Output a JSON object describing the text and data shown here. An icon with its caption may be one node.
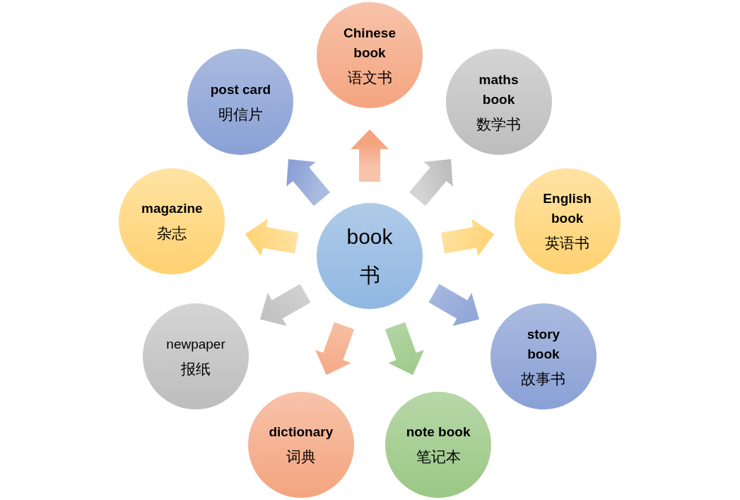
{
  "diagram": {
    "nodes": [
      {
        "text": [
          "book",
          "书"
        ]
      },
      {
        "text": [
          "Chinese book",
          "语文书"
        ]
      },
      {
        "text": [
          "maths book",
          "数学书"
        ]
      },
      {
        "text": [
          "English book",
          "英语书"
        ]
      },
      {
        "text": [
          "story book",
          "故事书"
        ]
      },
      {
        "text": [
          "note book",
          "笔记本"
        ]
      },
      {
        "text": [
          "dictionary",
          "词典"
        ]
      },
      {
        "text": [
          "newpaper",
          "报纸"
        ]
      },
      {
        "text": [
          "magazine",
          "杂志"
        ]
      },
      {
        "text": [
          "post card",
          "明信片"
        ]
      }
    ],
    "edges": [
      {
        "from": 0,
        "to": 1,
        "arrow": "to"
      },
      {
        "from": 0,
        "to": 2,
        "arrow": "to"
      },
      {
        "from": 0,
        "to": 3,
        "arrow": "to"
      },
      {
        "from": 0,
        "to": 4,
        "arrow": "to"
      },
      {
        "from": 0,
        "to": 5,
        "arrow": "to"
      },
      {
        "from": 0,
        "to": 6,
        "arrow": "to"
      },
      {
        "from": 0,
        "to": 7,
        "arrow": "to"
      },
      {
        "from": 0,
        "to": 8,
        "arrow": "to"
      },
      {
        "from": 0,
        "to": 9,
        "arrow": "to"
      }
    ]
  }
}
